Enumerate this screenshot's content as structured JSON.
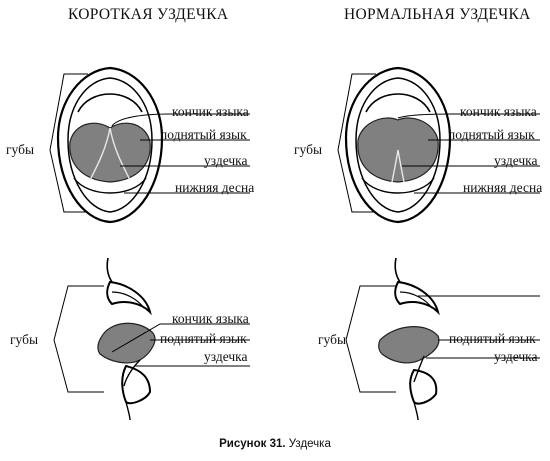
{
  "headers": {
    "left": "КОРОТКАЯ УЗДЕЧКА",
    "right": "НОРМАЛЬНАЯ УЗДЕЧКА"
  },
  "labels": {
    "lips": "губы",
    "tongue_tip": "кончик языка",
    "raised_tongue": "поднятый язык",
    "frenulum": "уздечка",
    "lower_gum": "нижняя десна"
  },
  "caption": {
    "number": "Рисунок 31.",
    "text": " Уздечка"
  },
  "colors": {
    "tongue": "#808080",
    "line": "#000000",
    "background": "#ffffff"
  }
}
